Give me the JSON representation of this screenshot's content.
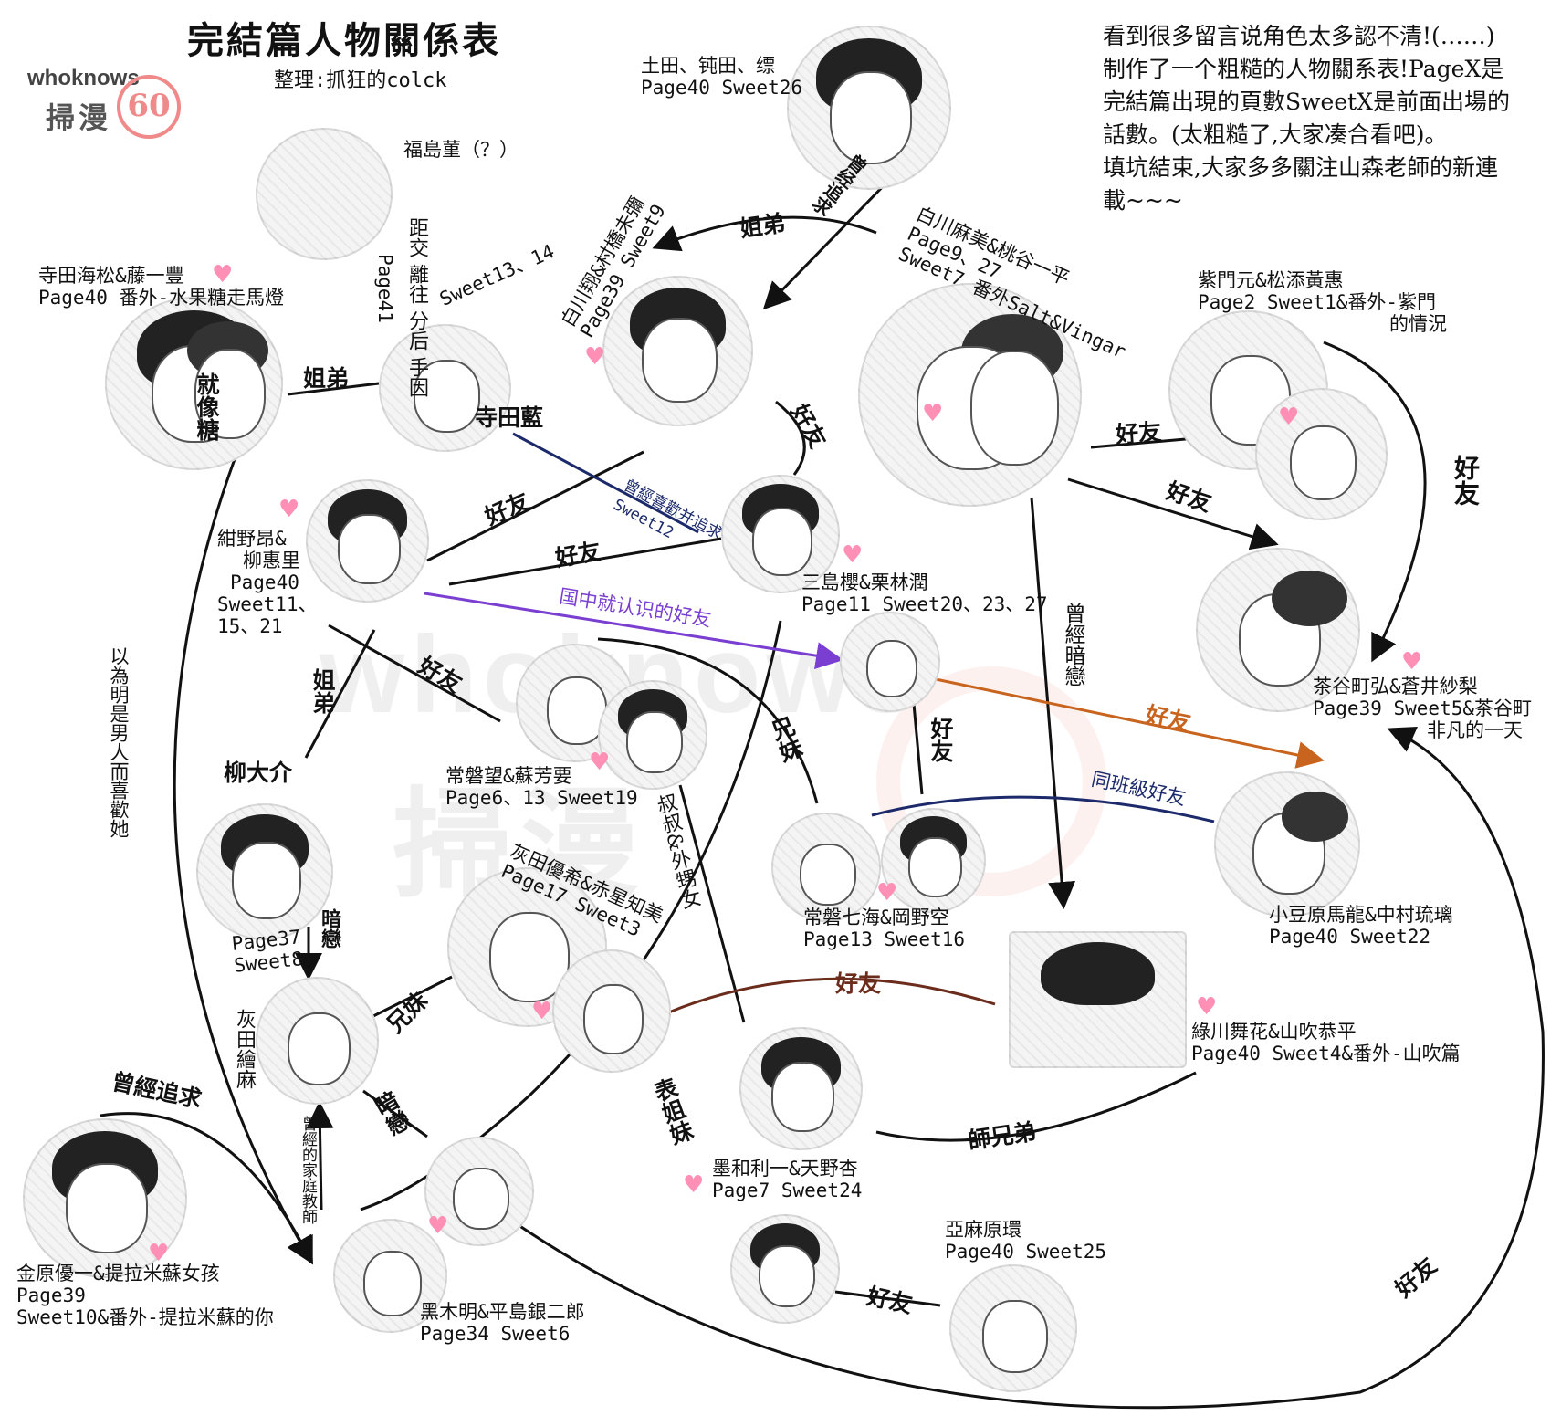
{
  "header": {
    "title": "完結篇人物關係表",
    "subtitle": "整理:抓狂的colck",
    "watermark_latin": "whoknows",
    "watermark_cjk": "掃漫",
    "watermark_mark": "60"
  },
  "note": [
    "看到很多留言说角色太多認不清!(……)",
    "制作了一个粗糙的人物關系表!PageX是",
    "完結篇出現的頁數SweetX是前面出場的",
    "話數。(太粗糙了,大家凑合看吧)。",
    "填坑結束,大家多多關注山森老師的新連",
    "載~~~"
  ],
  "characters": {
    "donda": {
      "l1": "土田、钝田、缥",
      "l2": "Page40 Sweet26"
    },
    "fukushima": {
      "l1": "福島菫（？）"
    },
    "terada_kaimatsu": {
      "l1": "寺田海松&藤一豐",
      "l2": "Page40 番外-水果糖走馬燈"
    },
    "terada_ai": {
      "l1": "寺田藍"
    },
    "shirakawa_sho": {
      "l1": "白川翔&村橋未彌",
      "l2": "Page39 Sweet9"
    },
    "shirakawa_asami": {
      "l1": "白川麻美&桃谷一平",
      "l2": "Page9、27",
      "l3": "Sweet7 番外Salt&Vingar"
    },
    "shimon": {
      "l1": "紫門元&松添黃惠",
      "l2": "Page2 Sweet1&番外-紫門",
      "l3": "的情況"
    },
    "konno": {
      "l1": "紺野昂&",
      "l2": "柳惠里",
      "l3": "Page40",
      "l4": "Sweet11、",
      "l5": "15、21"
    },
    "mishima": {
      "l1": "三島櫻&栗林潤",
      "l2": "Page11 Sweet20、23、27"
    },
    "chayamachi": {
      "l1": "茶谷町弘&蒼井紗梨",
      "l2": "Page39 Sweet5&茶谷町",
      "l3": "非凡的一天"
    },
    "tokiwa_nozomu": {
      "l1": "常磐望&蘇芳要",
      "l2": "Page6、13 Sweet19"
    },
    "yanagi": {
      "l1": "柳大介"
    },
    "tokiwa_nanami": {
      "l1": "常磐七海&岡野空",
      "l2": "Page13 Sweet16"
    },
    "koazuhara": {
      "l1": "小豆原馬龍&中村琉璃",
      "l2": "Page40 Sweet22"
    },
    "haida_yuki": {
      "l1": "灰田優希&赤星知美",
      "l2": "Page17 Sweet3"
    },
    "haida_eri": {
      "l1": "灰田繪麻"
    },
    "midorikawa": {
      "l1": "綠川舞花&山吹恭平",
      "l2": "Page40 Sweet4&番外-山吹篇"
    },
    "sumiwa": {
      "l1": "墨和利一&天野杏",
      "l2": "Page7 Sweet24"
    },
    "amahara": {
      "l1": "亞麻原環",
      "l2": "Page40 Sweet25"
    },
    "kanehara": {
      "l1": "金原優一&提拉米蘇女孩",
      "l2": "Page39",
      "l3": "Sweet10&番外-提拉米蘇的你"
    },
    "kuroki": {
      "l1": "黑木明&平島銀二郎",
      "l2": "Page34 Sweet6"
    }
  },
  "relations": {
    "breakup": "距交 離往 分后 手因",
    "breakup_page": "Page41",
    "breakup_sweet": "Sweet13、14",
    "sugar_like": "就像糖",
    "sis_bro_1": "姐弟",
    "sis_bro_2": "姐弟",
    "sis_bro_3": "姐弟",
    "chased_1": "曾经追求",
    "friend_1": "好友",
    "friend_2": "好友",
    "friend_3": "好友",
    "friend_4": "好友",
    "friend_5": "好友",
    "friend_6": "好友",
    "friend_7": "好友",
    "friend_8": "好友",
    "friend_9": "好友",
    "friend_10": "好友",
    "friend_11": "好友",
    "friend_12": "好友",
    "liked_chased": "曾經喜歡并追求",
    "liked_chased_sweet": "Sweet12",
    "junior_high": "国中就认识的好友",
    "classmates": "同班級好友",
    "once_crush": "曾經暗戀",
    "thought_man": "以為明是男人而喜歡她",
    "siblings_1": "兄妹",
    "siblings_2": "兄妹",
    "uncle_niece": "叔叔&外甥女",
    "crush_1": "暗戀",
    "crush_page": "Page37",
    "crush_sweet": "Sweet8",
    "crush_2": "暗戀",
    "tutor": "曾經的家庭教師",
    "cousins": "表姐妹",
    "once_chased": "曾經追求",
    "senior_junior": "師兄弟"
  },
  "colors": {
    "ink": "#111111",
    "pink_heart": "#ff8fb5",
    "navy": "#1c2a6b",
    "purple": "#7a3fd0",
    "orange": "#c8641e",
    "brown": "#6b2c1c"
  },
  "icons": {
    "heart": "♥"
  }
}
